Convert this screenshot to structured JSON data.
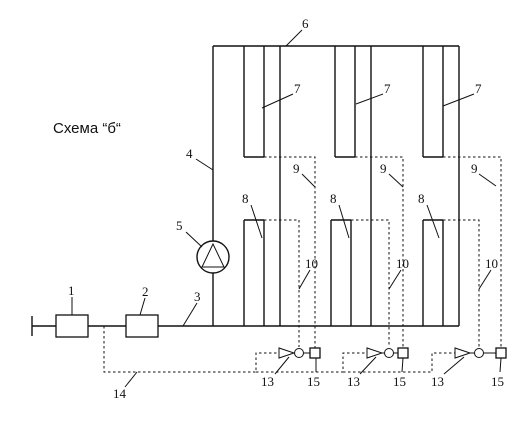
{
  "title": "Схема “б“",
  "labels": {
    "n1": "1",
    "n2": "2",
    "n3": "3",
    "n4": "4",
    "n5": "5",
    "n6": "6",
    "n7a": "7",
    "n7b": "7",
    "n7c": "7",
    "n8a": "8",
    "n8b": "8",
    "n8c": "8",
    "n9a": "9",
    "n9b": "9",
    "n9c": "9",
    "n10a": "10",
    "n10b": "10",
    "n10c": "10",
    "n13a": "13",
    "n13b": "13",
    "n13c": "13",
    "n14": "14",
    "n15a": "15",
    "n15b": "15",
    "n15c": "15"
  }
}
